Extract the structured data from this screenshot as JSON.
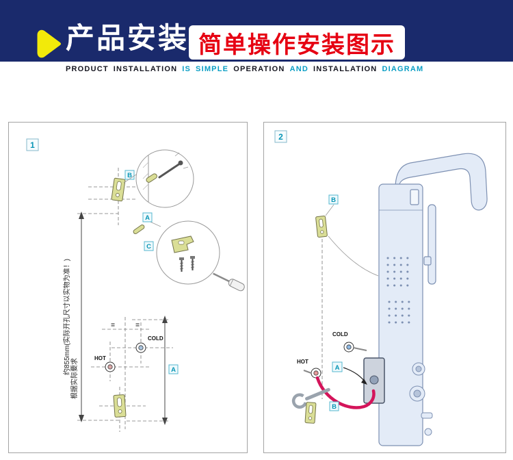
{
  "header": {
    "title_cn": "产品安装",
    "subtitle_cn": "简单操作安装图示",
    "subtitle_en_segments": [
      {
        "text": "PRODUCT",
        "color": "#15151f"
      },
      {
        "text": "INSTALLATION",
        "color": "#15151f"
      },
      {
        "text": "IS",
        "color": "#0a9ec4"
      },
      {
        "text": "SIMPLE",
        "color": "#0a9ec4"
      },
      {
        "text": "OPERATION",
        "color": "#15151f"
      },
      {
        "text": "AND",
        "color": "#0a9ec4"
      },
      {
        "text": "INSTALLATION",
        "color": "#15151f"
      },
      {
        "text": "DIAGRAM",
        "color": "#0a9ec4"
      }
    ]
  },
  "colors": {
    "banner_navy": "#1a2a6c",
    "arrow_yellow": "#f2ea0a",
    "subtitle_red": "#e60012",
    "label_teal": "#0795b5",
    "hose_pink": "#d4145a",
    "bracket_khaki": "#dade96",
    "panel_body_blue": "#e3ebf7"
  },
  "panel1": {
    "number": "1",
    "label_b": "B",
    "label_a": "A",
    "label_c": "C",
    "dim_label": "A",
    "equal_sign": "=",
    "hot": "HOT",
    "cold": "COLD",
    "note_dimension": "约855mm(实际开孔尺寸以实物为准！)",
    "note_requirement": "根据实际要求"
  },
  "panel2": {
    "number": "2",
    "label_b_top": "B",
    "label_a": "A",
    "label_b_bottom": "B",
    "hot": "HOT",
    "cold": "COLD"
  }
}
